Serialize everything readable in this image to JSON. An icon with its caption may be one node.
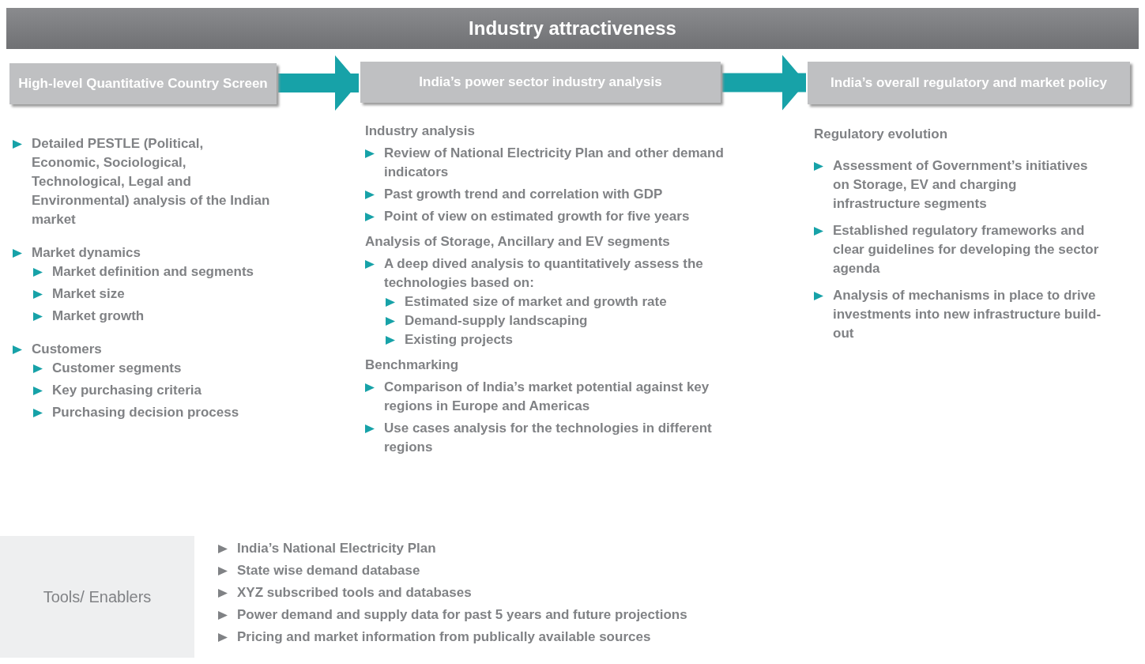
{
  "diagram": {
    "nodes": [
      {
        "text": [
          "Industry attractiveness"
        ]
      },
      {
        "text": [
          "High-level Quantitative Country Screen"
        ]
      },
      {
        "text": [
          "India’s power sector industry analysis"
        ]
      },
      {
        "text": [
          "India’s overall regulatory and market policy"
        ]
      },
      {
        "text": [
          "Tools/ Enablers"
        ]
      }
    ],
    "edges": [
      {
        "from": 1,
        "to": 2,
        "arrow": "to"
      },
      {
        "from": 2,
        "to": 3,
        "arrow": "to"
      }
    ],
    "labels": [
      "Detailed PESTLE (Political, Economic, Sociological, Technological, Legal and Environmental) analysis of the Indian market",
      "Market dynamics",
      "Market definition and segments",
      "Market size",
      "Market growth",
      "Customers",
      "Customer segments",
      "Key purchasing criteria",
      "Purchasing decision process",
      "Industry analysis",
      "Review of National Electricity Plan and other demand indicators",
      "Past growth trend and correlation with GDP",
      "Point of view on estimated growth for five years",
      "Analysis of Storage, Ancillary and EV segments",
      "A deep dived analysis to quantitatively assess the technologies based on:",
      "Estimated size of market and growth rate",
      "Demand-supply landscaping",
      "Existing projects",
      "Benchmarking",
      "Comparison of India’s market potential against key regions in Europe and Americas",
      "Use cases analysis for the technologies in different regions",
      "Regulatory evolution",
      "Assessment of Government’s initiatives on Storage, EV and charging infrastructure segments",
      "Established regulatory frameworks and clear guidelines for developing the sector agenda",
      "Analysis of mechanisms in place to drive investments into new infrastructure build-out",
      "India’s National Electricity Plan",
      "State wise demand database",
      "XYZ subscribed tools and databases",
      "Power demand and supply data for past 5 years and future projections",
      "Pricing and market information from publically available sources"
    ]
  }
}
